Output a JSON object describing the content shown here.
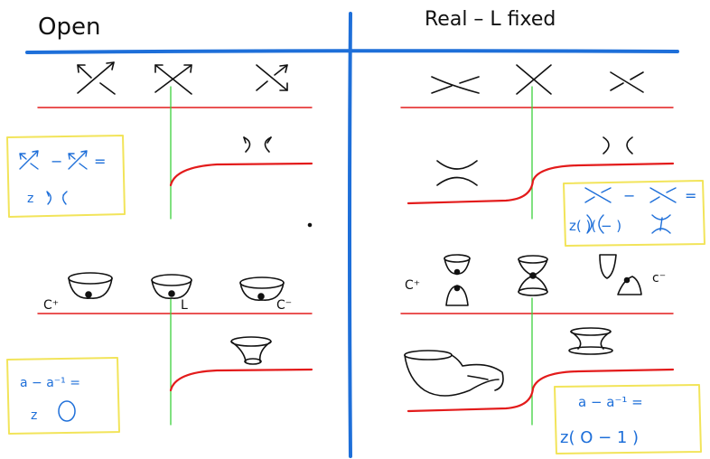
{
  "left": {
    "heading": "Open",
    "formula_crossing": {
      "line1_rhs": "=",
      "line1_minus": "−",
      "line2_prefix": "z"
    },
    "formula_cap": {
      "line1": "a − a⁻¹ =",
      "line2_prefix": "z"
    },
    "labels": {
      "c_plus": "C⁺",
      "L": "L",
      "c_minus": "C⁻"
    }
  },
  "right": {
    "heading": "Real  –  L fixed",
    "formula_crossing": {
      "minus": "−",
      "equals": "=",
      "line2": "z(  )(  −      )"
    },
    "formula_cap": {
      "line1": "a  −  a⁻¹ =",
      "line2": "z( O − 1 )"
    },
    "labels": {
      "c_plus": "C⁺",
      "c_minus": "c⁻"
    }
  },
  "colors": {
    "blue": "#1e6fd9",
    "red": "#e31b1b",
    "green": "#3cd13c",
    "yellow": "#f2e45a",
    "ink": "#111111"
  }
}
